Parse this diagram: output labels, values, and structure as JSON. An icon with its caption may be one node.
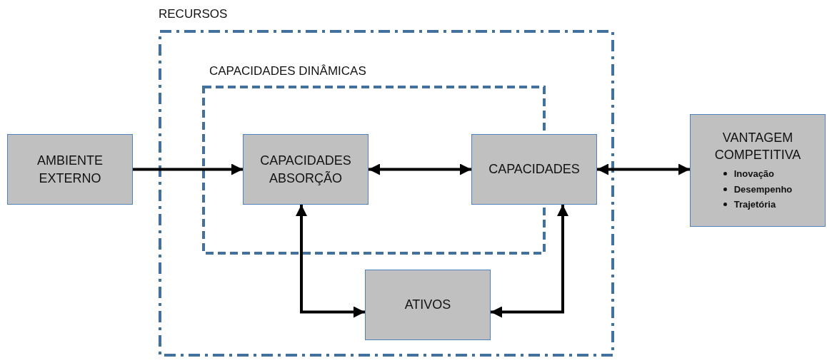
{
  "diagram": {
    "nodes": [
      {
        "text": [
          "RECURSOS"
        ]
      },
      {
        "text": [
          "CAPACIDADES DINÂMICAS"
        ],
        "in": 0
      },
      {
        "text": [
          "AMBIENTE EXTERNO"
        ]
      },
      {
        "text": [
          "CAPACIDADES ABSORÇÃO"
        ],
        "in": 1
      },
      {
        "text": [
          "CAPACIDADES"
        ],
        "in": 0
      },
      {
        "text": [
          "ATIVOS"
        ],
        "in": 0
      },
      {
        "text": [
          "VANTAGEM COMPETITIVA",
          "Inovação",
          "Desempenho",
          "Trajetória"
        ]
      }
    ],
    "edges": [
      {
        "from": 2,
        "to": 3,
        "arrow": "to"
      },
      {
        "from": 3,
        "to": 4,
        "arrow": "both"
      },
      {
        "from": 3,
        "to": 5,
        "arrow": "both"
      },
      {
        "from": 5,
        "to": 4,
        "arrow": "both"
      },
      {
        "from": 4,
        "to": 6,
        "arrow": "both"
      }
    ]
  }
}
